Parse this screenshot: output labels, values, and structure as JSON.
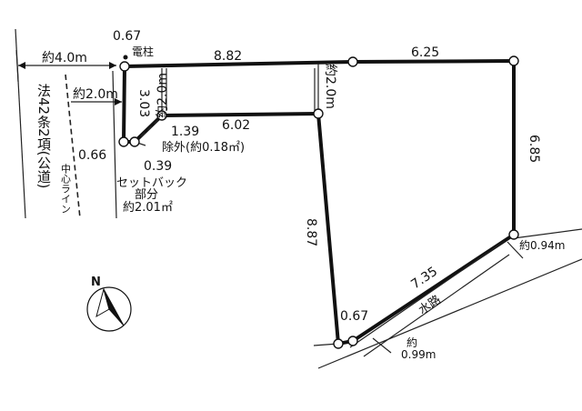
{
  "dimensions": {
    "d_067_top": "0.67",
    "road_width": "約4.0m",
    "pole_label": "電柱",
    "north_882": "8.82",
    "north_625": "6.25",
    "east_685": "6.85",
    "inner_602": "6.02",
    "west_303": "3.03",
    "d_139": "1.39",
    "d_066": "0.66",
    "d_039": "0.39",
    "centre_offset": "約2.0m",
    "notch_west": "約2.0m",
    "notch_east": "約2.0m",
    "west_887": "8.87",
    "d_067_bottom": "0.67",
    "south_735": "7.35",
    "water_094": "約0.94m",
    "water_099_a": "約",
    "water_099_b": "0.99m"
  },
  "labels": {
    "road_name": "法42条2項(公道)",
    "centre_line": "中心ライン",
    "excluded": "除外(約0.18㎡)",
    "setback_1": "セットバック",
    "setback_2": "部分",
    "setback_3": "約2.01㎡",
    "waterway": "水路",
    "north": "N"
  }
}
